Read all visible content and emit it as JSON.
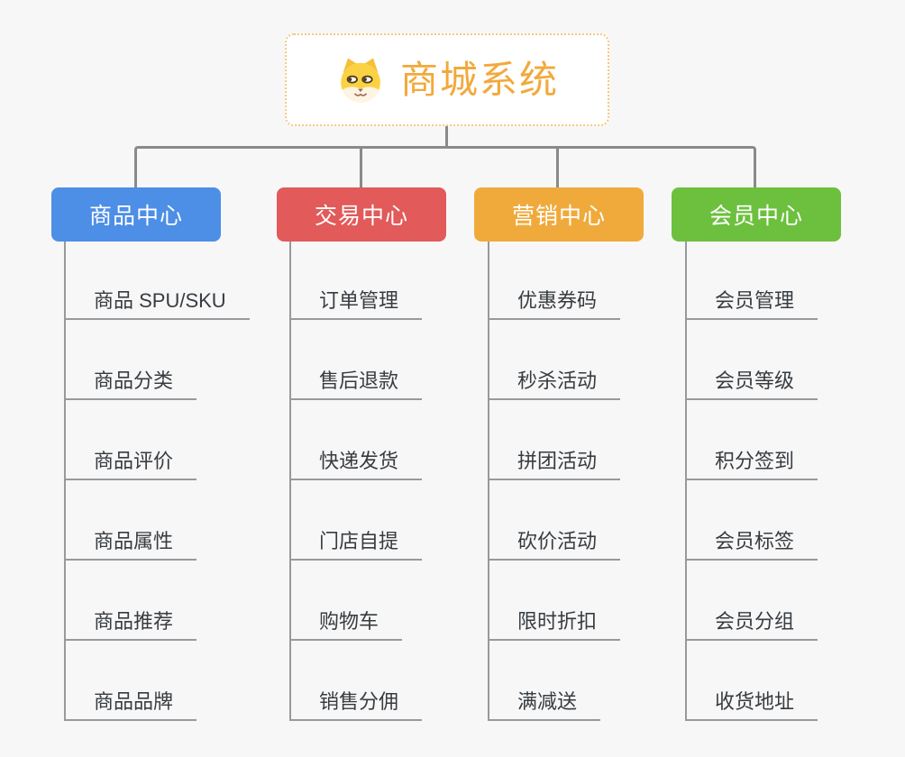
{
  "root": {
    "title": "商城系统",
    "icon": "shiba-dog-face"
  },
  "branches": [
    {
      "id": "product-center",
      "label": "商品中心",
      "color": "#4D8EE6",
      "children": [
        "商品 SPU/SKU",
        "商品分类",
        "商品评价",
        "商品属性",
        "商品推荐",
        "商品品牌"
      ]
    },
    {
      "id": "trade-center",
      "label": "交易中心",
      "color": "#E25A5A",
      "children": [
        "订单管理",
        "售后退款",
        "快递发货",
        "门店自提",
        "购物车",
        "销售分佣"
      ]
    },
    {
      "id": "marketing-center",
      "label": "营销中心",
      "color": "#F0AA3C",
      "children": [
        "优惠券码",
        "秒杀活动",
        "拼团活动",
        "砍价活动",
        "限时折扣",
        "满减送"
      ]
    },
    {
      "id": "member-center",
      "label": "会员中心",
      "color": "#6CC03E",
      "children": [
        "会员管理",
        "会员等级",
        "积分签到",
        "会员标签",
        "会员分组",
        "收货地址"
      ]
    }
  ],
  "colors": {
    "background": "#F7F7F7",
    "connector": "#8A8A8A",
    "leaf_line": "#97999C",
    "leaf_text": "#373C41",
    "root_text": "#F2A93B",
    "root_border": "#F6C87E",
    "root_fill": "#FFFFFF",
    "header_text": "#FFFFFF"
  }
}
